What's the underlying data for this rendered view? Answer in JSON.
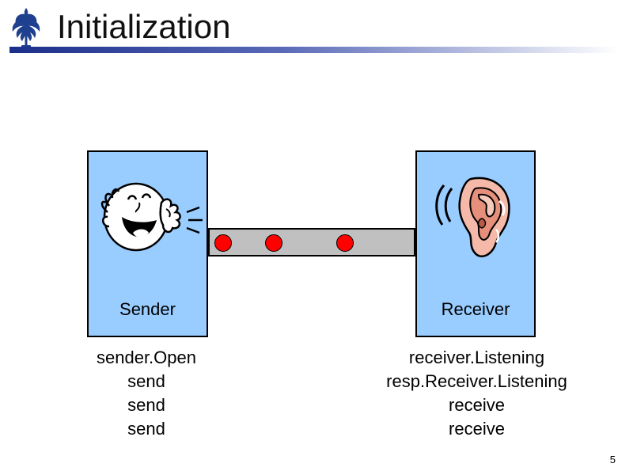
{
  "slide": {
    "title": "Initialization",
    "page_number": "5"
  },
  "sender": {
    "label": "Sender",
    "commands": [
      "sender.Open",
      "send",
      "send",
      "send"
    ]
  },
  "receiver": {
    "label": "Receiver",
    "commands": [
      "receiver.Listening",
      "resp.Receiver.Listening",
      "receive",
      "receive"
    ]
  },
  "colors": {
    "box_fill": "#99ccff",
    "channel_fill": "#c0c0c0",
    "packet_fill": "#ff0000",
    "logo_blue": "#1f3f8f"
  },
  "icons": {
    "logo": "oak-leaf-logo-icon",
    "sender": "shouting-face-icon",
    "receiver": "ear-icon"
  }
}
